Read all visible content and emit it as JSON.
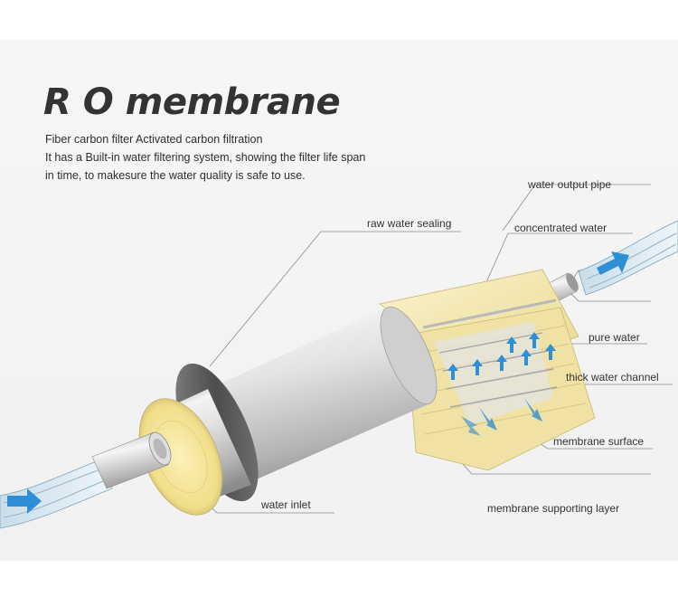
{
  "title": "R O membrane",
  "description": [
    "Fiber carbon filter Activated carbon filtration",
    "It has a Built-in water filtering system, showing the filter life span",
    "in time, to makesure the water quality is safe to use."
  ],
  "labels": {
    "water_output_pipe": "water output pipe",
    "raw_water_sealing": "raw water sealing",
    "concentrated_water": "concentrated water",
    "pure_water": "pure water",
    "thick_water_channel": "thick water channel",
    "membrane_surface": "membrane surface",
    "water_inlet": "water inlet",
    "membrane_supporting_layer": "membrane supporting layer"
  },
  "colors": {
    "background_panel": "#f3f3f3",
    "title": "#333333",
    "membrane_cream": "#f3e8b4",
    "cylinder_silver": "#d8d8d8",
    "sealing_ring": "#6e6e6e",
    "flow_arrow": "#2f8fd6"
  }
}
